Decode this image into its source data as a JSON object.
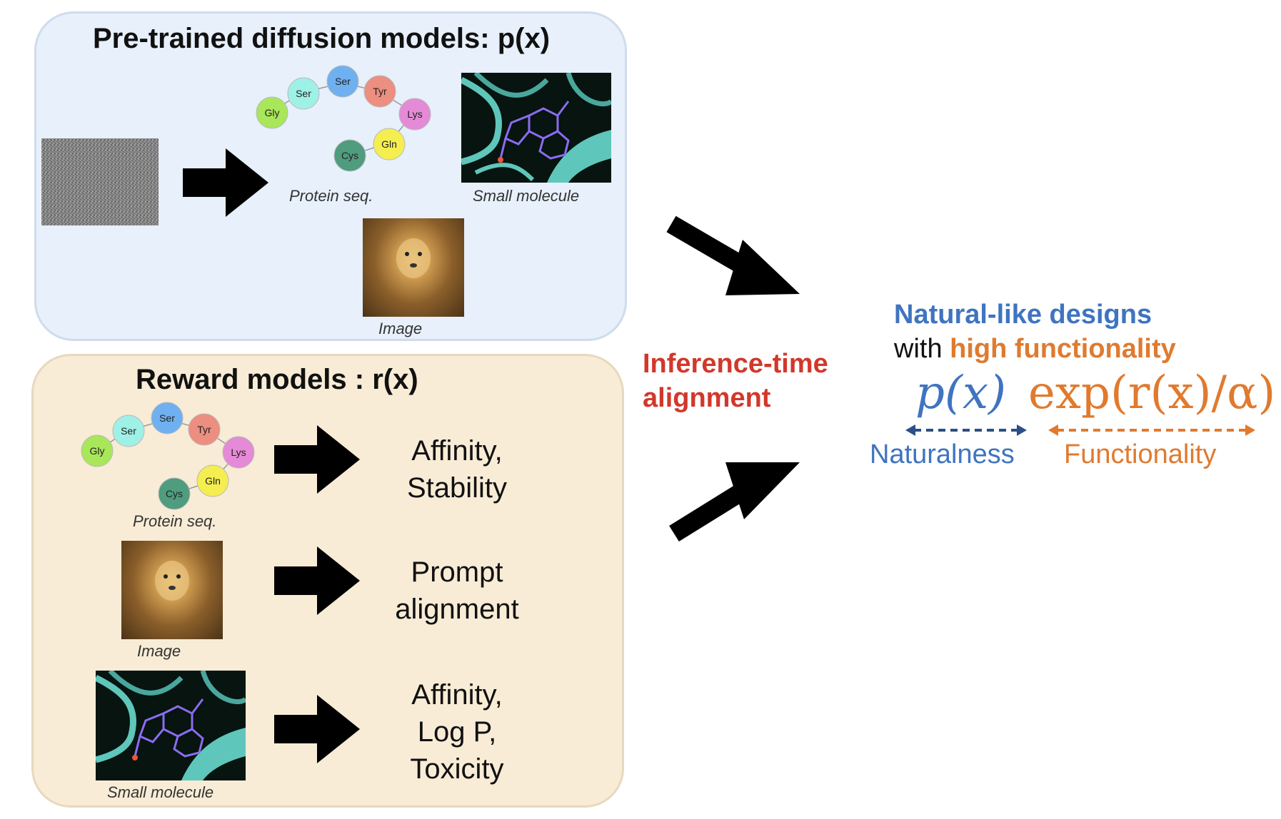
{
  "pretrained": {
    "title": "Pre-trained diffusion models: p(x)",
    "caption_protein": "Protein seq.",
    "caption_molecule": "Small molecule",
    "caption_image": "Image",
    "amino_acids": [
      "Gly",
      "Ser",
      "Ser",
      "Tyr",
      "Lys",
      "Gln",
      "Cys"
    ]
  },
  "reward": {
    "title": "Reward models : r(x)",
    "caption_protein": "Protein seq.",
    "caption_image": "Image",
    "caption_molecule": "Small molecule",
    "out_protein": [
      "Affinity,",
      "Stability"
    ],
    "out_image": [
      "Prompt",
      "alignment"
    ],
    "out_molecule": [
      "Affinity,",
      "Log P,",
      "Toxicity"
    ]
  },
  "center_label": [
    "Inference-time",
    "alignment"
  ],
  "result": {
    "line1": "Natural-like designs",
    "line2_prefix": "with",
    "line2_highlight": "high functionality",
    "formula_left": "p(x)",
    "formula_right": "exp(r(x)/α)",
    "label_left": "Naturalness",
    "label_right": "Functionality"
  },
  "colors": {
    "blue": "#3f74c0",
    "orange": "#e07a2f",
    "red": "#d2382a",
    "panel_top": "#e7f0fb",
    "panel_bottom": "#f8ecd6",
    "aa_Gly": "#a8e65a",
    "aa_Ser": "#9ff0e6",
    "aa_Ser2": "#6fb0f0",
    "aa_Tyr": "#ec8e80",
    "aa_Lys": "#e58ad6",
    "aa_Gln": "#f4ee50",
    "aa_Cys": "#4f9c7e"
  }
}
